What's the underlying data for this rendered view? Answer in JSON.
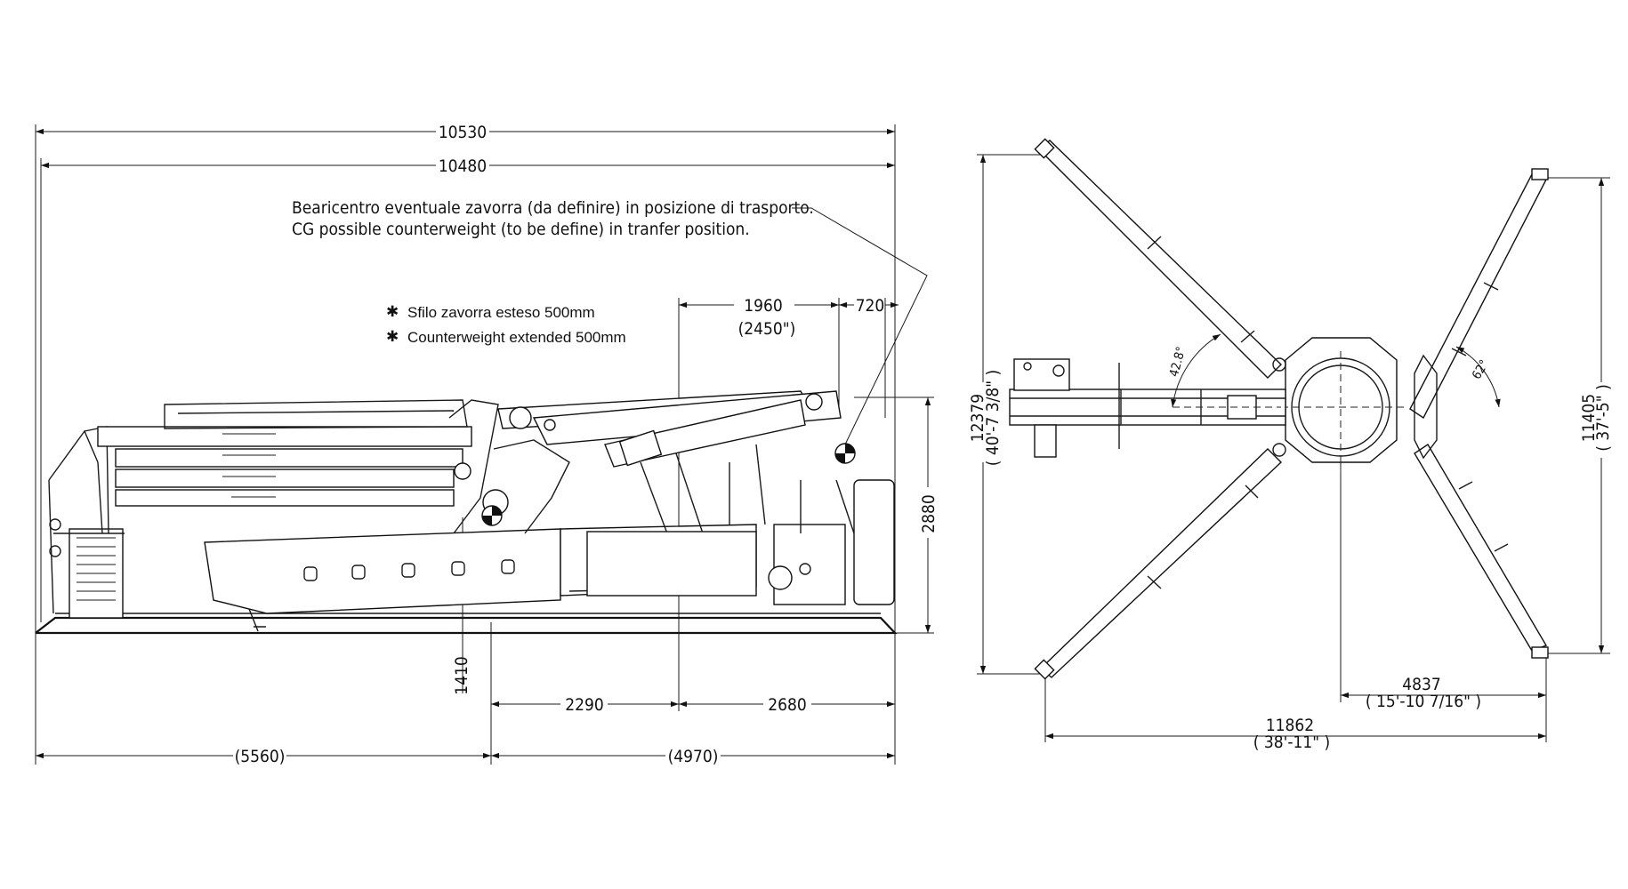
{
  "side_view": {
    "dim_total": "10530",
    "dim_length": "10480",
    "cg_note_it": "Bearicentro eventuale zavorra (da definire) in posizione di trasporto.",
    "cg_note_en": "CG possible counterweight (to be define) in tranfer position.",
    "dim_1960": "1960",
    "dim_2450": "(2450\")",
    "dim_720": "720",
    "legend_it": "Sfilo zavorra esteso 500mm",
    "legend_en": "Counterweight extended 500mm",
    "dim_height": "2880",
    "dim_1410": "1410",
    "dim_2290": "2290",
    "dim_2680": "2680",
    "dim_5560": "(5560)",
    "dim_4970": "(4970)"
  },
  "top_view": {
    "dim_12379": "12379",
    "dim_12379_imp": "( 40'-7 3/8\" )",
    "dim_11405": "11405",
    "dim_11405_imp": "( 37'-5\" )",
    "angle_left": "42.8°",
    "angle_right": "62°",
    "dim_4837": "4837",
    "dim_4837_imp": "( 15'-10 7/16\" )",
    "dim_11862": "11862",
    "dim_11862_imp": "( 38'-11\" )"
  }
}
